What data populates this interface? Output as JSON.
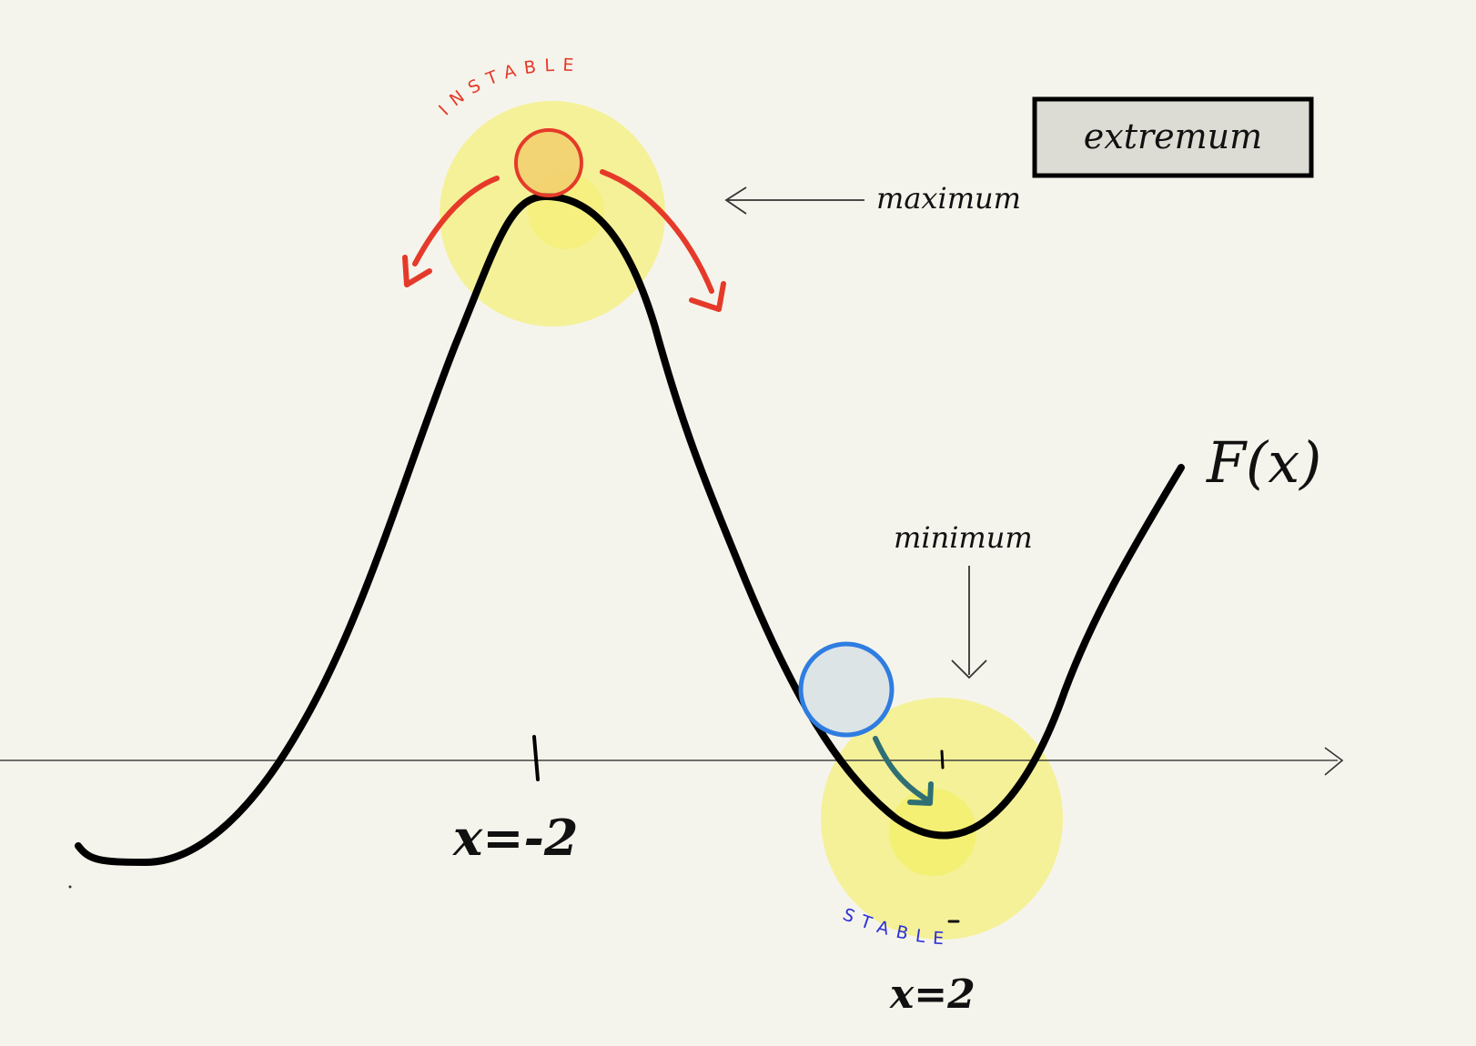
{
  "title_box": {
    "label": "extremum"
  },
  "labels": {
    "maximum": "maximum",
    "minimum": "minimum",
    "instable": "INSTABLE",
    "stable": "STABLE",
    "function": "F(x)",
    "x_max": "x=-2",
    "x_min": "x=2"
  },
  "colors": {
    "background": "#f5f4ec",
    "curve": "#000000",
    "highlight": "#f4f08a",
    "unstable_ball_stroke": "#e53a2a",
    "unstable_ball_fill": "#f0c96a",
    "unstable_arrow": "#e53a2a",
    "stable_ball_stroke": "#2f7de1",
    "stable_ball_fill": "#dde4e6",
    "stable_arrow": "#2f6f73",
    "stable_text": "#2a2fd6",
    "instable_text": "#e53a2a"
  },
  "icons": {
    "unstable_ball": "circle",
    "stable_ball": "circle",
    "axis_arrow": "arrow-right-icon",
    "maximum_arrow": "arrow-left-icon",
    "minimum_arrow": "arrow-down-icon"
  }
}
